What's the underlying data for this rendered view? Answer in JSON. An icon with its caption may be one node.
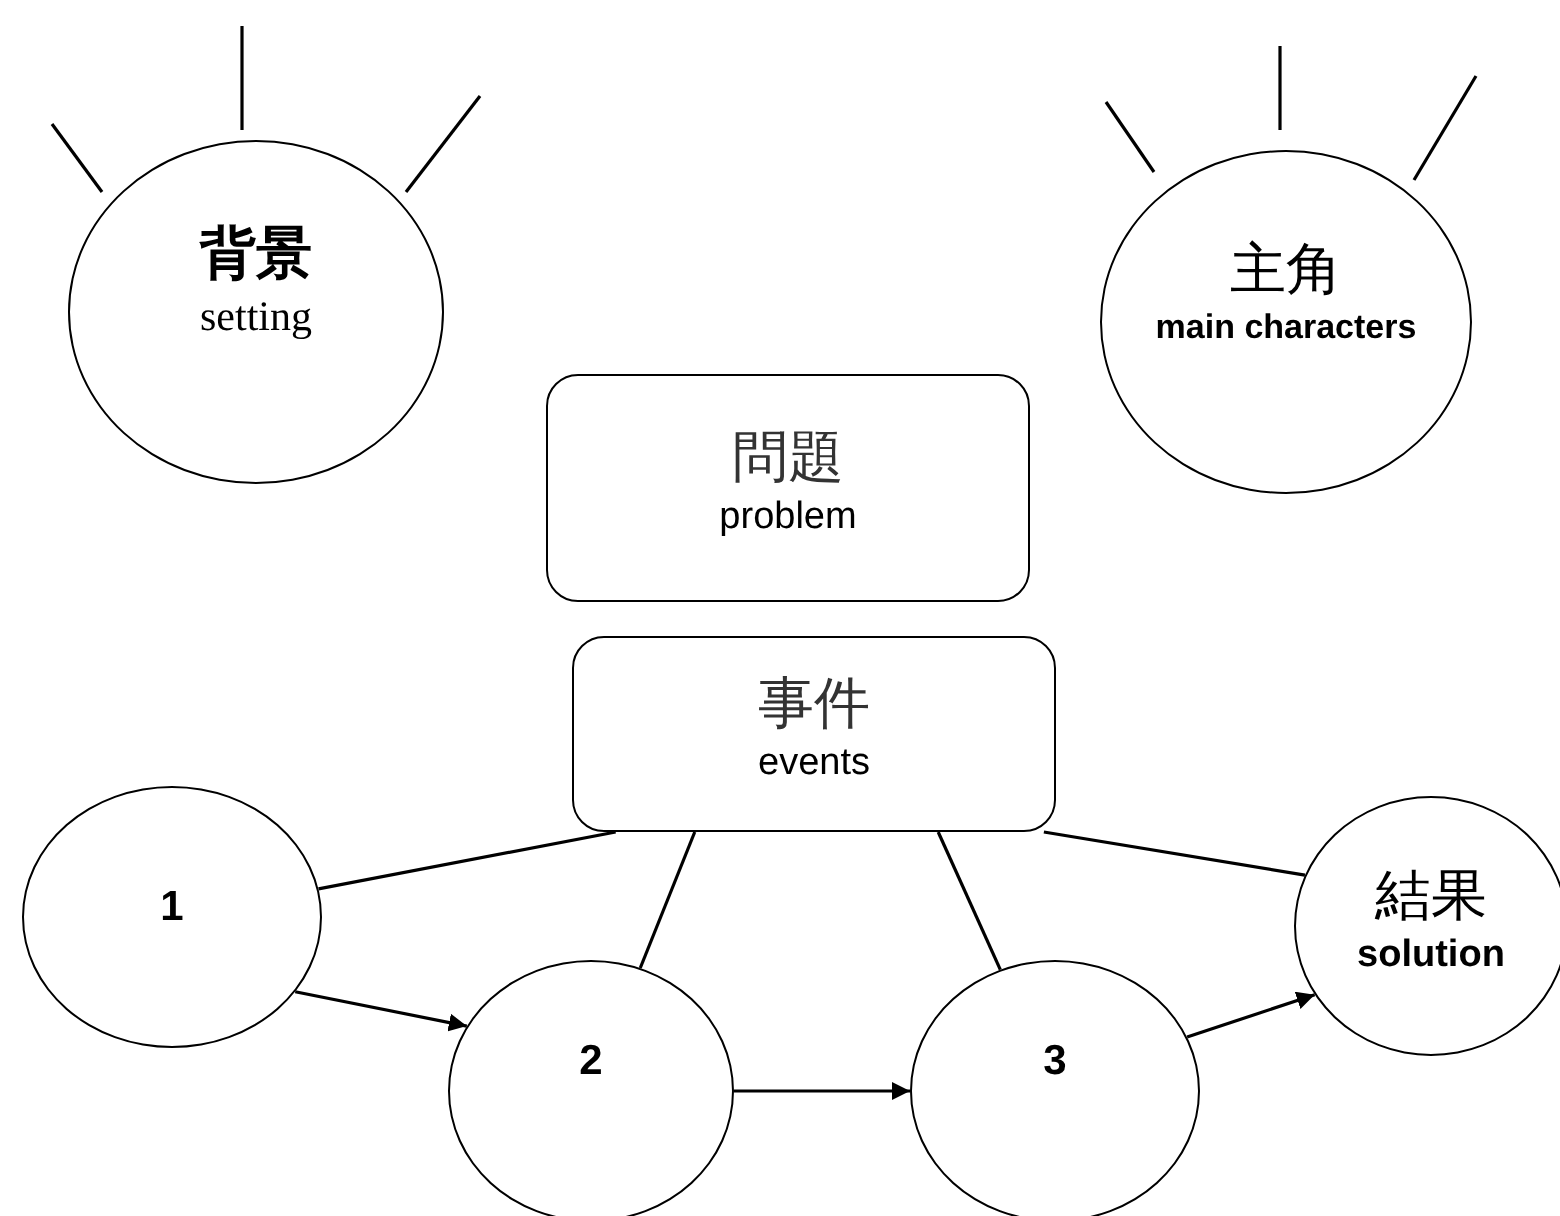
{
  "diagram": {
    "nodes": [
      {
        "text": [
          "背景",
          "setting"
        ]
      },
      {
        "text": [
          "主角",
          "main characters"
        ]
      },
      {
        "text": [
          "問題",
          "problem"
        ]
      },
      {
        "text": [
          "事件",
          "events"
        ]
      },
      {
        "text": [
          "1"
        ]
      },
      {
        "text": [
          "2"
        ]
      },
      {
        "text": [
          "3"
        ]
      },
      {
        "text": [
          "結果",
          "solution"
        ]
      }
    ],
    "edges": [
      {
        "from": 3,
        "to": 4,
        "arrow": "none"
      },
      {
        "from": 3,
        "to": 5,
        "arrow": "none"
      },
      {
        "from": 3,
        "to": 6,
        "arrow": "none"
      },
      {
        "from": 3,
        "to": 7,
        "arrow": "none"
      },
      {
        "from": 4,
        "to": 5,
        "arrow": "to"
      },
      {
        "from": 5,
        "to": 6,
        "arrow": "to"
      },
      {
        "from": 6,
        "to": 7,
        "arrow": "to"
      }
    ]
  }
}
